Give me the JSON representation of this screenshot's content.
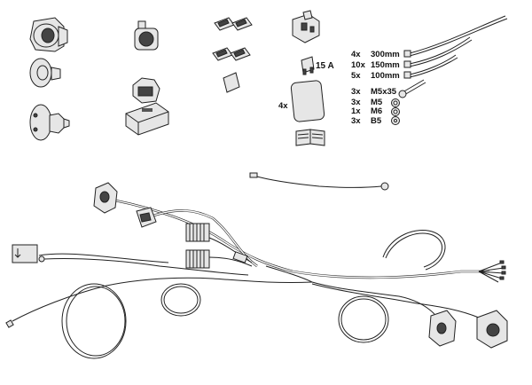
{
  "fuse": {
    "label": "15 A"
  },
  "pad": {
    "label": "4x"
  },
  "tie_rows": [
    {
      "qty": "4x",
      "size": "300mm"
    },
    {
      "qty": "10x",
      "size": "150mm"
    },
    {
      "qty": "5x",
      "size": "100mm"
    }
  ],
  "hardware_rows": [
    {
      "qty": "3x",
      "size": "M5x35"
    },
    {
      "qty": "3x",
      "size": "M5"
    },
    {
      "qty": "1x",
      "size": "M6"
    },
    {
      "qty": "3x",
      "size": "B5"
    }
  ],
  "colors": {
    "line": "#222222",
    "fill": "#e6e6e6",
    "dark": "#444444"
  }
}
